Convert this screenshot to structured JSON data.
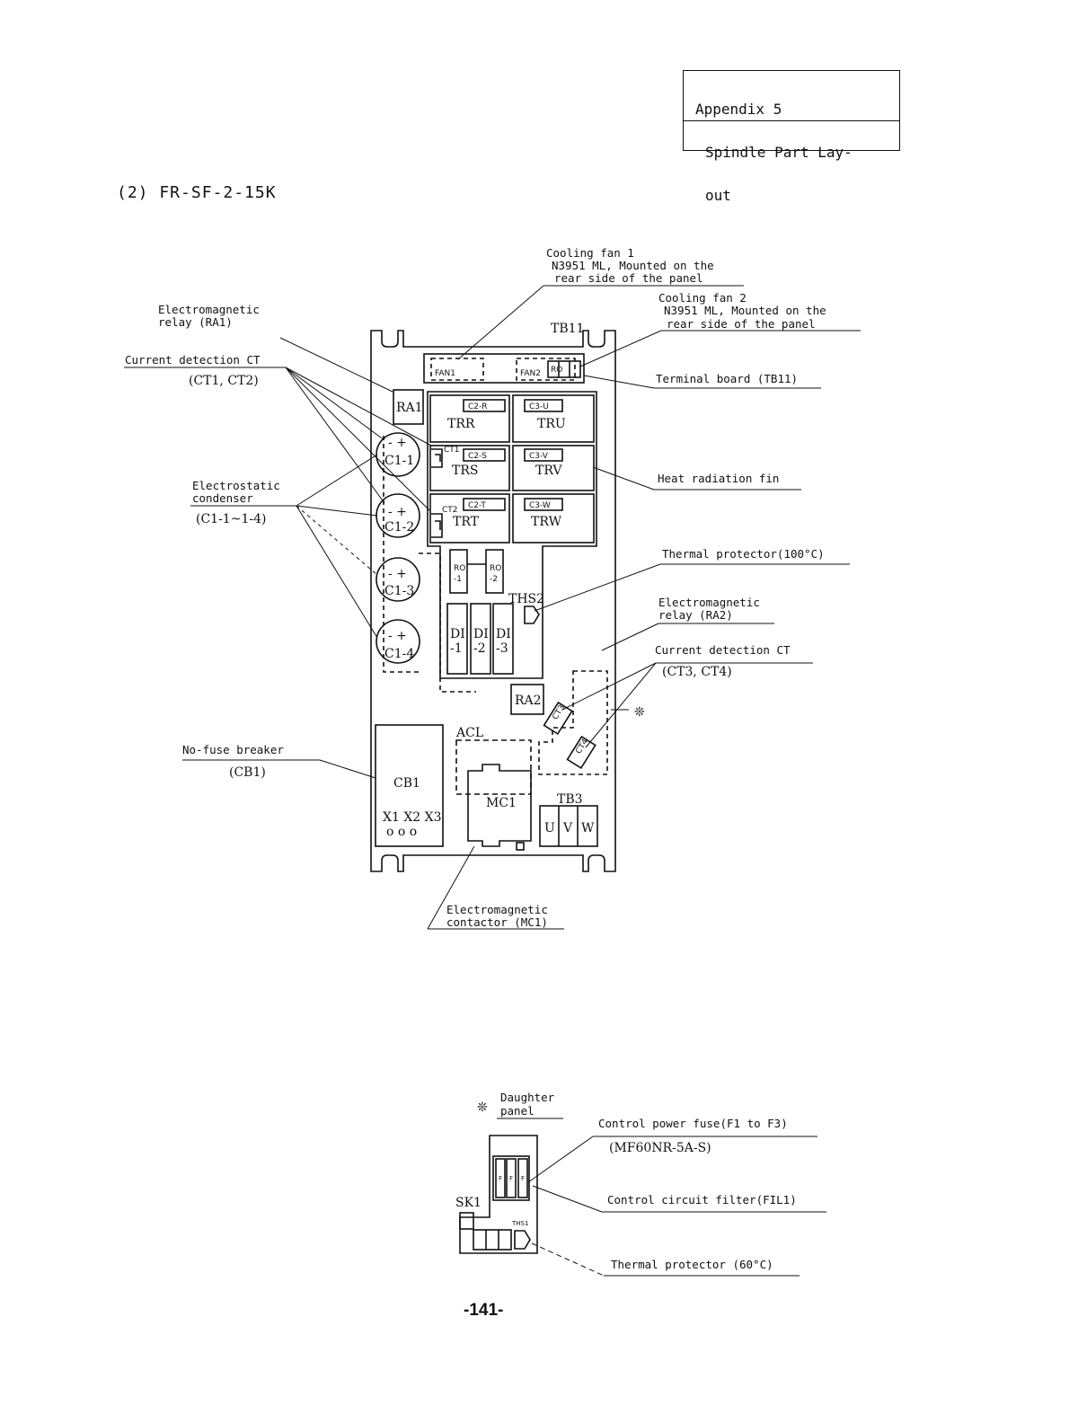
{
  "header": {
    "line1": "Appendix 5",
    "line2": "Spindle Part Lay-",
    "line3": "out"
  },
  "subtitle": "(2) FR-SF-2-15K",
  "labels": {
    "cooling_fan1": [
      "Cooling fan 1",
      "N3951 ML, Mounted on the",
      "rear side of the panel"
    ],
    "cooling_fan2": [
      "Cooling fan 2",
      "N3951 ML, Mounted on the",
      "rear side of the panel"
    ],
    "ra1": [
      "Electromagnetic",
      "relay (RA1)"
    ],
    "ct12": [
      "Current detection CT",
      "(CT1, CT2)"
    ],
    "cond": [
      "Electrostatic",
      "condenser",
      "(C1-1~1-4)"
    ],
    "tb11": "Terminal board (TB11)",
    "fin": "Heat radiation fin",
    "ths": "Thermal protector(100°C)",
    "ra2": [
      "Electromagnetic",
      "relay (RA2)"
    ],
    "ct34": [
      "Current detection CT",
      "(CT3, CT4)"
    ],
    "cb1": [
      "No-fuse breaker",
      "(CB1)"
    ],
    "mc1": [
      "Electromagnetic",
      "contactor (MC1)"
    ],
    "daughter": [
      "Daughter",
      "panel"
    ],
    "fuse": [
      "Control power fuse(F1 to F3)",
      "(MF60NR-5A-S)"
    ],
    "filter": "Control circuit filter(FIL1)",
    "ths60": "Thermal protector (60°C)"
  },
  "parts": {
    "tb11": "TB11",
    "fan1": "FAN1",
    "fan2": "FAN2",
    "ra1": "RA1",
    "ra2": "RA2",
    "c2r": "C2-R",
    "c3u": "C3-U",
    "trr": "TRR",
    "tru": "TRU",
    "c2s": "C2-S",
    "c3v": "C3-V",
    "trs": "TRS",
    "trv": "TRV",
    "c2t": "C2-T",
    "c3w": "C3-W",
    "trt": "TRT",
    "trw": "TRW",
    "ct1": "CT1",
    "ct2": "CT2",
    "c11": "C1-1",
    "c12": "C1-2",
    "c13": "C1-3",
    "c14": "C1-4",
    "pm": "- +",
    "ro1a": "RO",
    "ro1b": "-1",
    "ro2a": "RO",
    "ro2b": "-2",
    "ths2": "THS2",
    "di1a": "DI",
    "di1b": "-1",
    "di2a": "DI",
    "di2b": "-2",
    "di3a": "DI",
    "di3b": "-3",
    "acl": "ACL",
    "mc1": "MC1",
    "cb1": "CB1",
    "x123": "X1 X2 X3",
    "ooo": "o o o",
    "tb3": "TB3",
    "u": "U",
    "v": "V",
    "w": "W",
    "ct3": "CT3",
    "ct4": "CT4",
    "sk1": "SK1",
    "ths1": "THS1",
    "f": "F"
  },
  "symbols": {
    "asterisk": "❊"
  },
  "page_number": "-141-"
}
